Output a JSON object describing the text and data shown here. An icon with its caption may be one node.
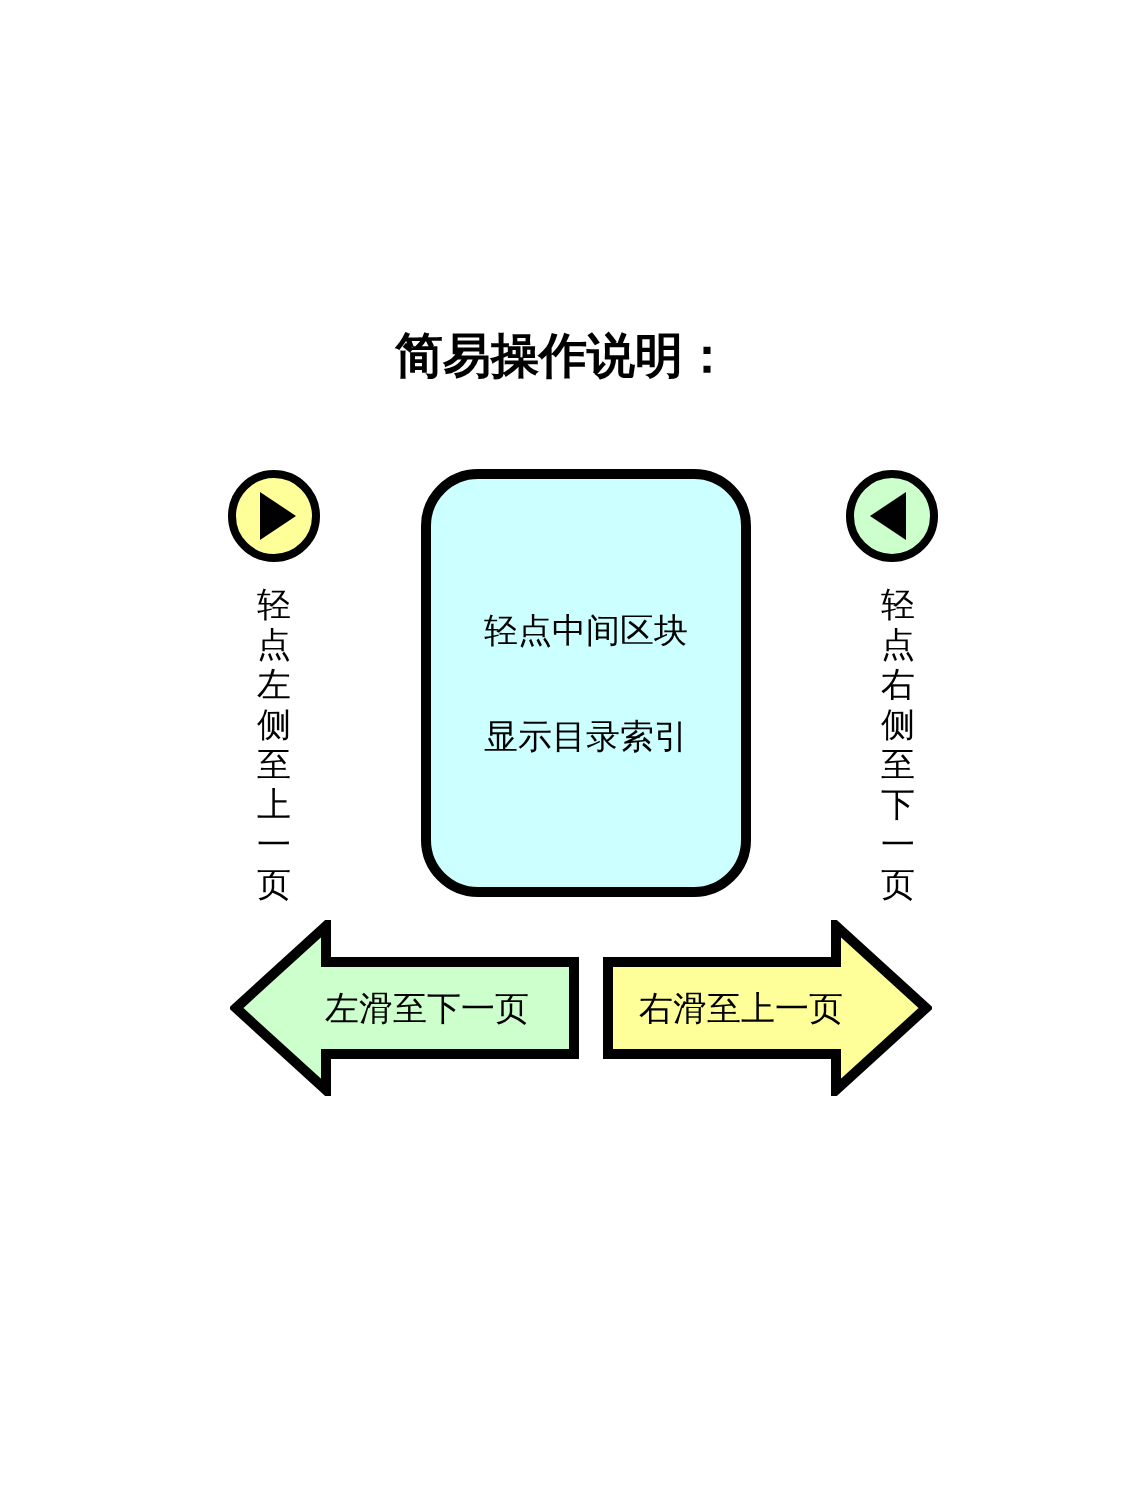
{
  "diagram": {
    "title": "简易操作说明：",
    "nodes": [
      {
        "text": [
          "轻点中间区块",
          "显示目录索引"
        ]
      },
      {
        "text": [
          "左滑至下一页"
        ]
      },
      {
        "text": [
          "右滑至上一页"
        ]
      }
    ],
    "labels": [
      "轻点左侧至上一页",
      "轻点右侧至下一页"
    ]
  }
}
